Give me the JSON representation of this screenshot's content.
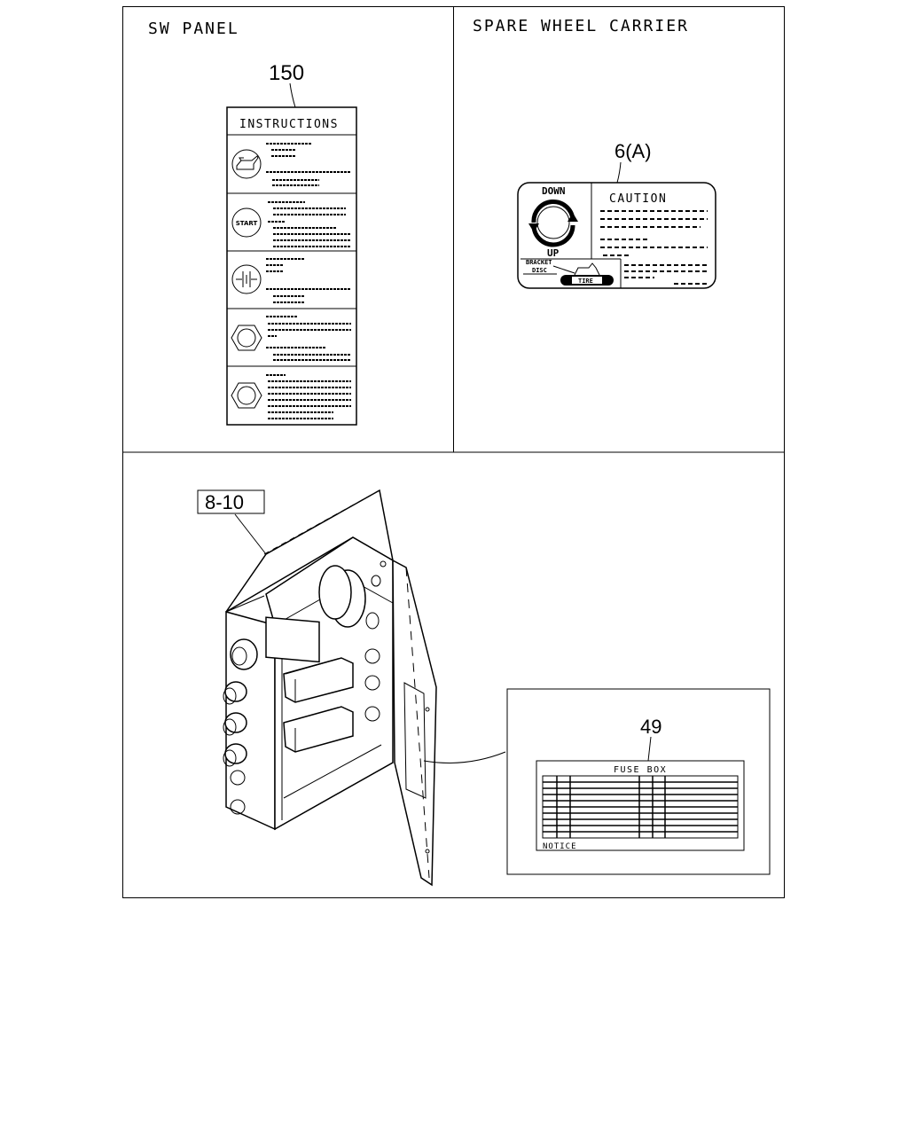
{
  "panels": {
    "sw_panel": {
      "title": "SW PANEL",
      "callout": "150",
      "label": {
        "header": "INSTRUCTIONS",
        "rows": [
          {
            "icon": "oil-can-icon"
          },
          {
            "icon": "start-button-icon",
            "text": "START"
          },
          {
            "icon": "battery-icon"
          },
          {
            "icon": "hex-nut-icon"
          },
          {
            "icon": "hex-nut-icon"
          }
        ]
      }
    },
    "spare_wheel_carrier": {
      "title": "SPARE WHEEL CARRIER",
      "callout": "6(A)",
      "label": {
        "down": "DOWN",
        "up": "UP",
        "caution": "CAUTION",
        "bracket": "BRACKET",
        "disc": "DISC",
        "tire": "TIRE"
      }
    },
    "fuse_box": {
      "callout": "8-10",
      "detail_callout": "49",
      "label": {
        "title": "FUSE BOX",
        "notice": "NOTICE"
      }
    }
  }
}
